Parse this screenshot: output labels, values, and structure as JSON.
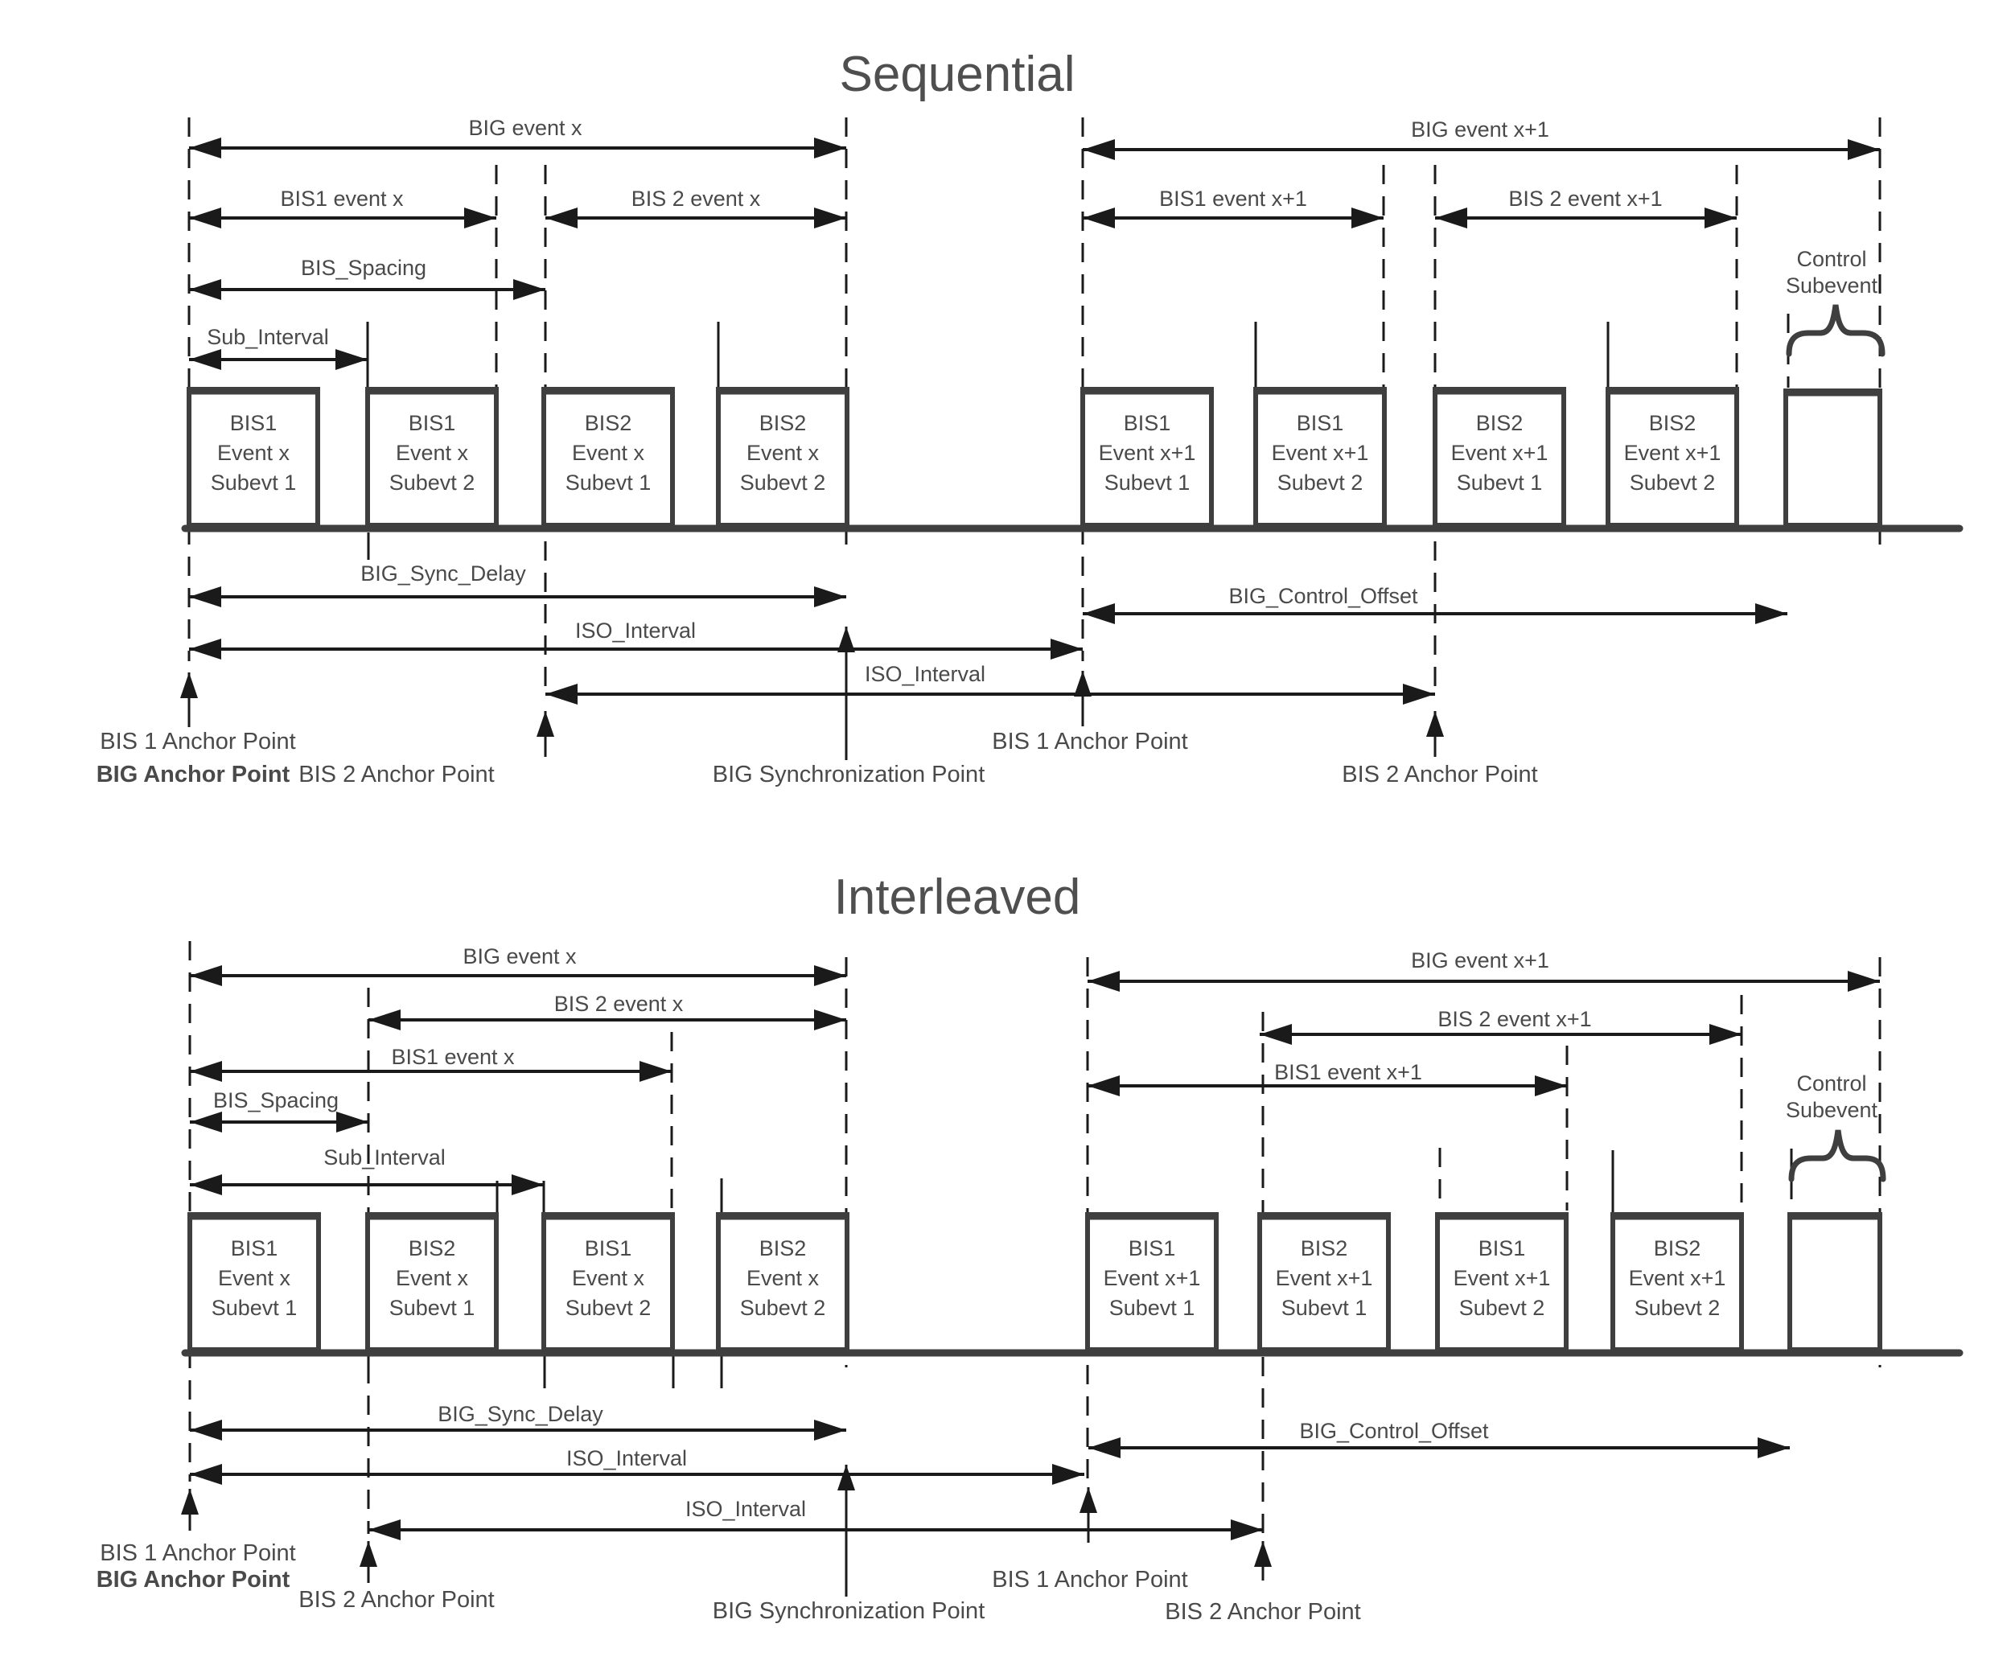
{
  "colors": {
    "line": "#1a1a1a",
    "structure": "#3f3f3f",
    "text": "#4a4a4a",
    "title": "#4f4f4f",
    "background": "#ffffff"
  },
  "sequential": {
    "title": "Sequential",
    "big_event_x": "BIG event x",
    "big_event_x1": "BIG event x+1",
    "bis1_event_x": "BIS1 event x",
    "bis2_event_x": "BIS 2 event x",
    "bis1_event_x1": "BIS1 event x+1",
    "bis2_event_x1": "BIS 2 event x+1",
    "bis_spacing": "BIS_Spacing",
    "sub_interval": "Sub_Interval",
    "big_sync_delay": "BIG_Sync_Delay",
    "iso_interval_left": "ISO_Interval",
    "iso_interval_right": "ISO_Interval",
    "big_control_offset": "BIG_Control_Offset",
    "control_line1": "Control",
    "control_line2": "Subevent",
    "boxes": [
      {
        "l1": "BIS1",
        "l2": "Event x",
        "l3": "Subevt 1"
      },
      {
        "l1": "BIS1",
        "l2": "Event x",
        "l3": "Subevt 2"
      },
      {
        "l1": "BIS2",
        "l2": "Event x",
        "l3": "Subevt 1"
      },
      {
        "l1": "BIS2",
        "l2": "Event x",
        "l3": "Subevt 2"
      },
      {
        "l1": "BIS1",
        "l2": "Event x+1",
        "l3": "Subevt 1"
      },
      {
        "l1": "BIS1",
        "l2": "Event x+1",
        "l3": "Subevt 2"
      },
      {
        "l1": "BIS2",
        "l2": "Event x+1",
        "l3": "Subevt 1"
      },
      {
        "l1": "BIS2",
        "l2": "Event x+1",
        "l3": "Subevt 2"
      }
    ],
    "bis1_anchor_left": "BIS 1 Anchor Point",
    "big_anchor": "BIG Anchor Point",
    "bis2_anchor_left": "BIS 2 Anchor Point",
    "big_sync_point": "BIG Synchronization Point",
    "bis1_anchor_right": "BIS 1 Anchor Point",
    "bis2_anchor_right": "BIS 2 Anchor Point"
  },
  "interleaved": {
    "title": "Interleaved",
    "big_event_x": "BIG event x",
    "big_event_x1": "BIG event x+1",
    "bis1_event_x": "BIS1 event x",
    "bis2_event_x": "BIS 2 event x",
    "bis1_event_x1": "BIS1 event x+1",
    "bis2_event_x1": "BIS 2 event x+1",
    "bis_spacing": "BIS_Spacing",
    "sub_interval": "Sub_Interval",
    "big_sync_delay": "BIG_Sync_Delay",
    "iso_interval_left": "ISO_Interval",
    "iso_interval_right": "ISO_Interval",
    "big_control_offset": "BIG_Control_Offset",
    "control_line1": "Control",
    "control_line2": "Subevent",
    "boxes": [
      {
        "l1": "BIS1",
        "l2": "Event x",
        "l3": "Subevt 1"
      },
      {
        "l1": "BIS2",
        "l2": "Event x",
        "l3": "Subevt 1"
      },
      {
        "l1": "BIS1",
        "l2": "Event x",
        "l3": "Subevt 2"
      },
      {
        "l1": "BIS2",
        "l2": "Event x",
        "l3": "Subevt 2"
      },
      {
        "l1": "BIS1",
        "l2": "Event x+1",
        "l3": "Subevt 1"
      },
      {
        "l1": "BIS2",
        "l2": "Event x+1",
        "l3": "Subevt 1"
      },
      {
        "l1": "BIS1",
        "l2": "Event x+1",
        "l3": "Subevt 2"
      },
      {
        "l1": "BIS2",
        "l2": "Event x+1",
        "l3": "Subevt 2"
      }
    ],
    "bis1_anchor_left": "BIS 1 Anchor Point",
    "big_anchor": "BIG Anchor Point",
    "bis2_anchor_left": "BIS 2 Anchor Point",
    "big_sync_point": "BIG Synchronization Point",
    "bis1_anchor_right": "BIS 1 Anchor Point",
    "bis2_anchor_right": "BIS 2 Anchor Point"
  }
}
